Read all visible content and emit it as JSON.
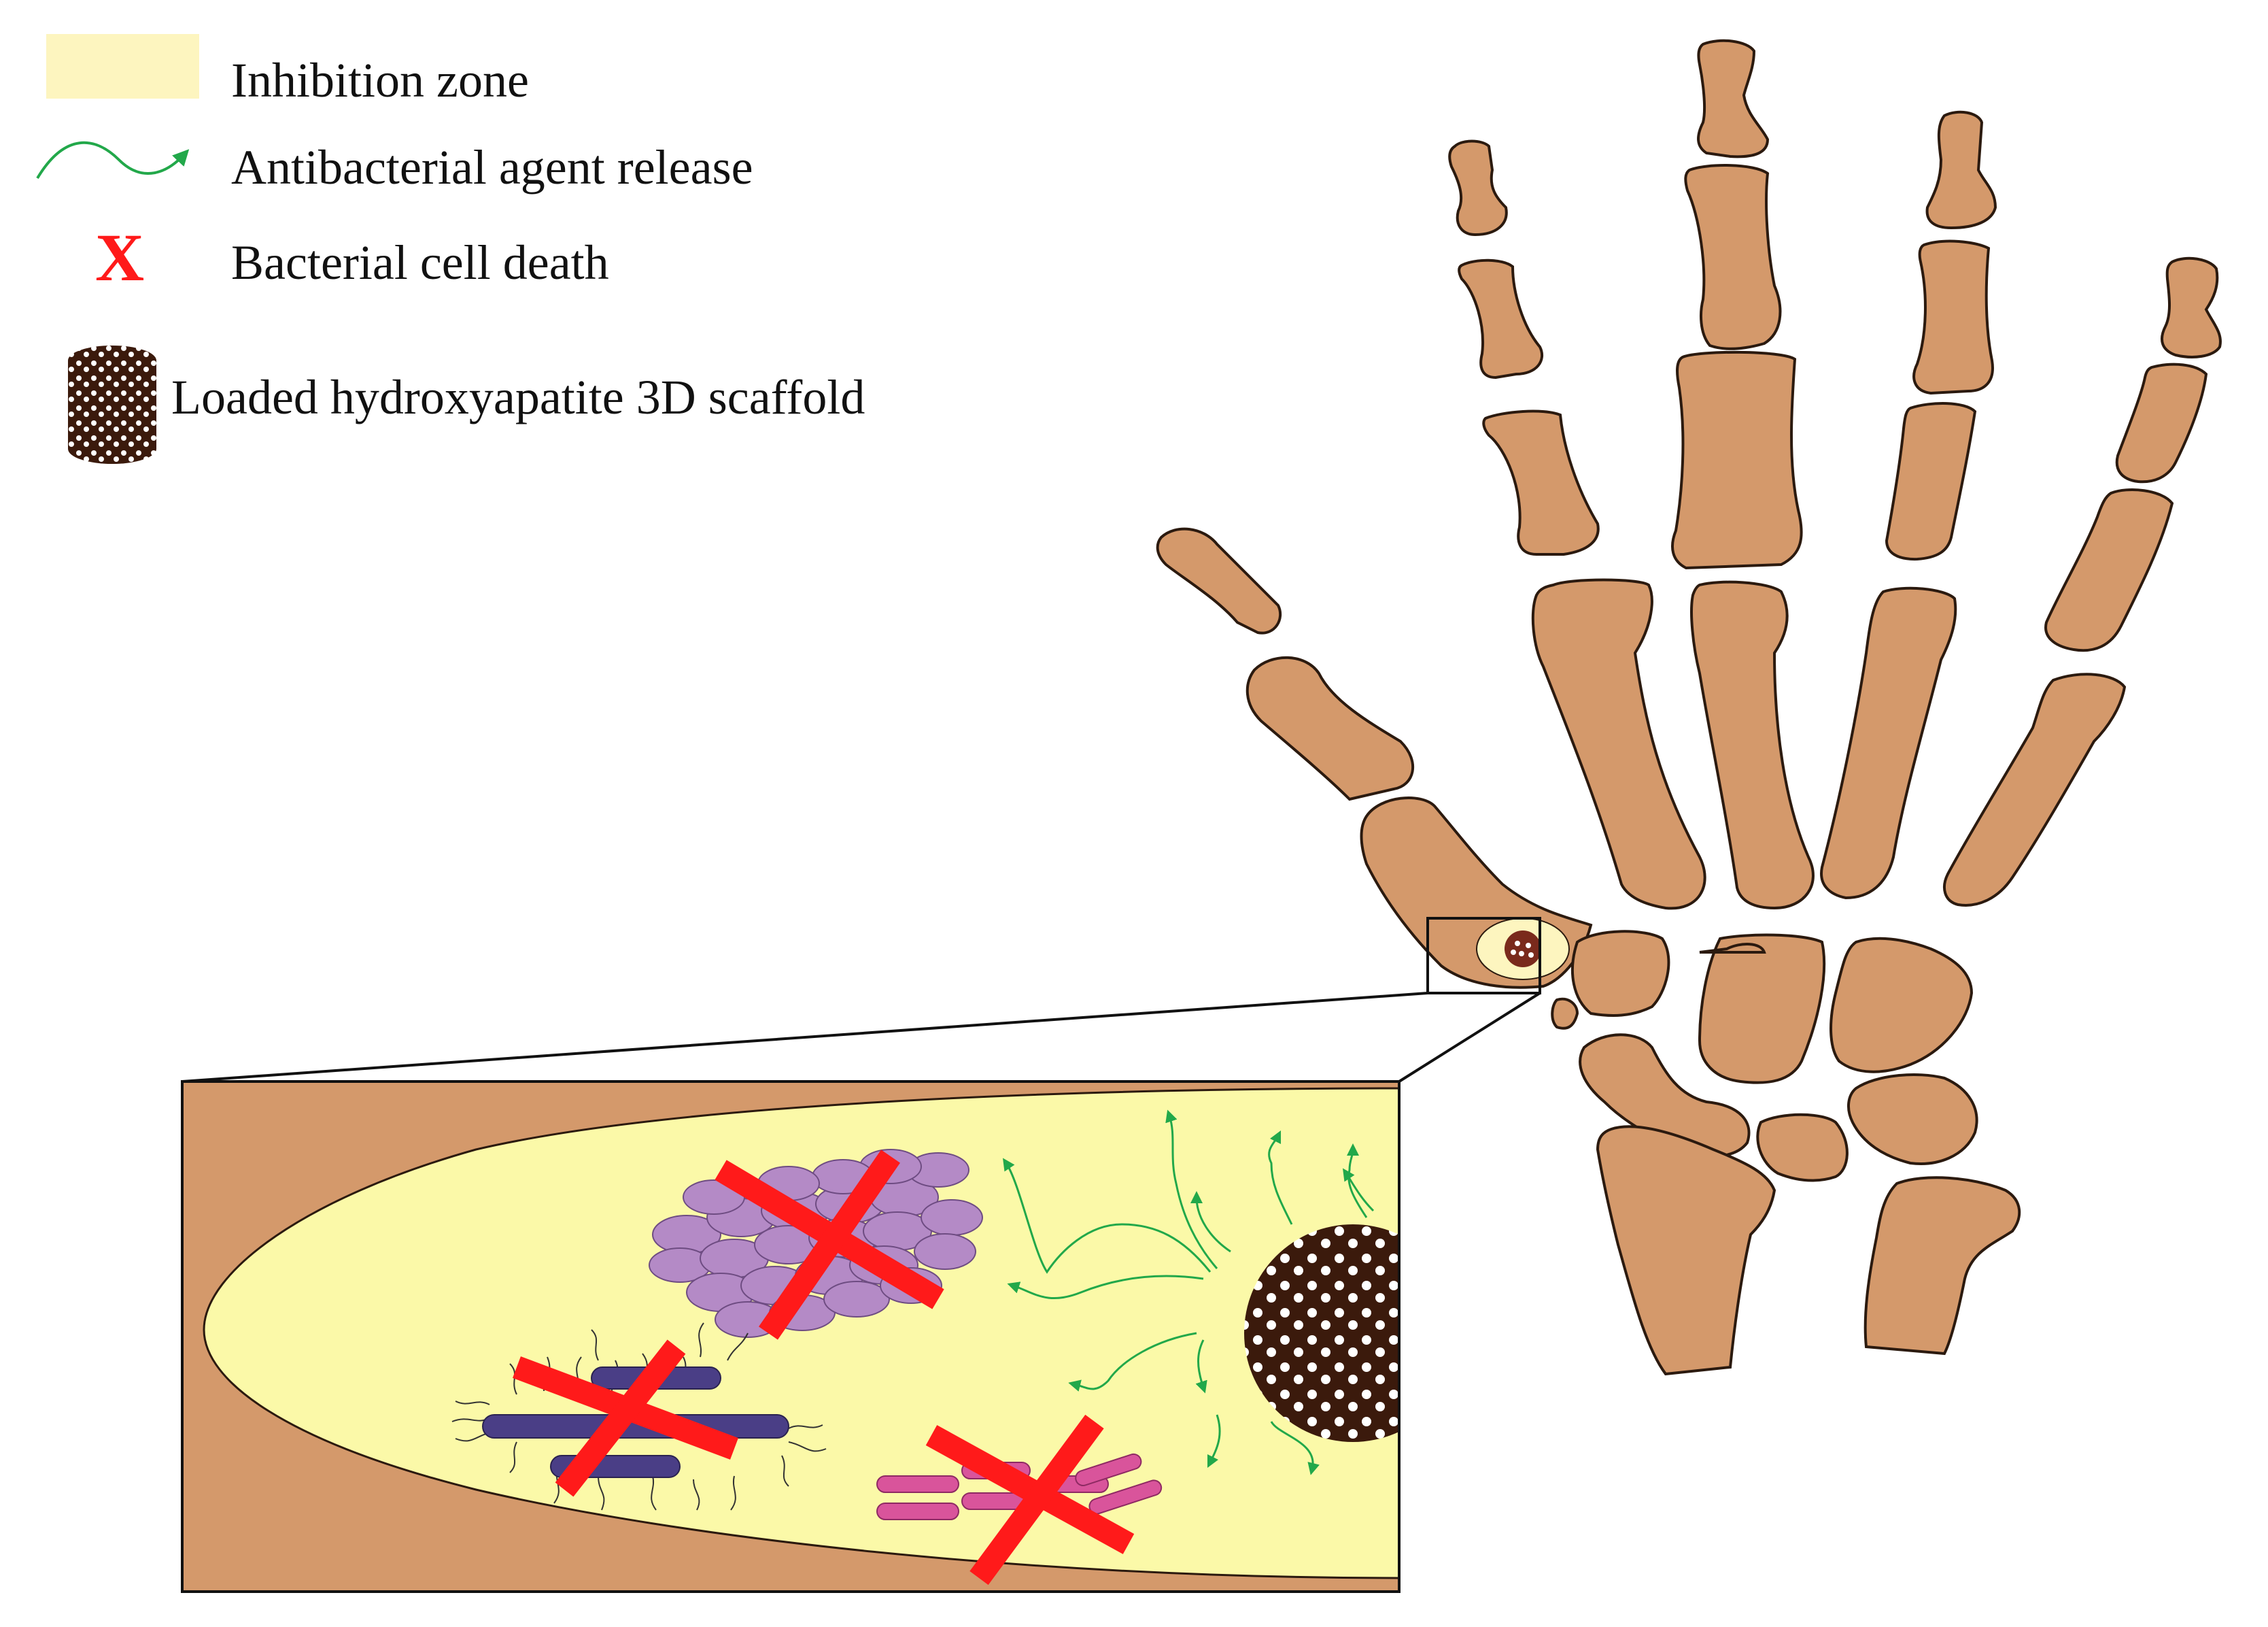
{
  "legend": {
    "inhibition_zone": "Inhibition zone",
    "agent_release": "Antibacterial agent release",
    "cell_death": "Bacterial cell death",
    "cell_death_symbol": "X",
    "scaffold": "Loaded hydroxyapatite 3D scaffold"
  },
  "colors": {
    "bone": "#D4996B",
    "inhibition_zone": "#FBF9A8",
    "legend_zone_swatch": "#FDF5BF",
    "scaffold": "#3B1A0C",
    "release_arrow": "#22A84A",
    "cell_death_cross": "#FF1A1A",
    "staph_cocci": "#B48AC6",
    "rod_bacteria": "#4A3E86",
    "pink_bacilli": "#D9549B"
  },
  "icons": [
    "inhibition-zone-swatch",
    "release-arrow-icon",
    "death-x-icon",
    "scaffold-cylinder-icon"
  ]
}
